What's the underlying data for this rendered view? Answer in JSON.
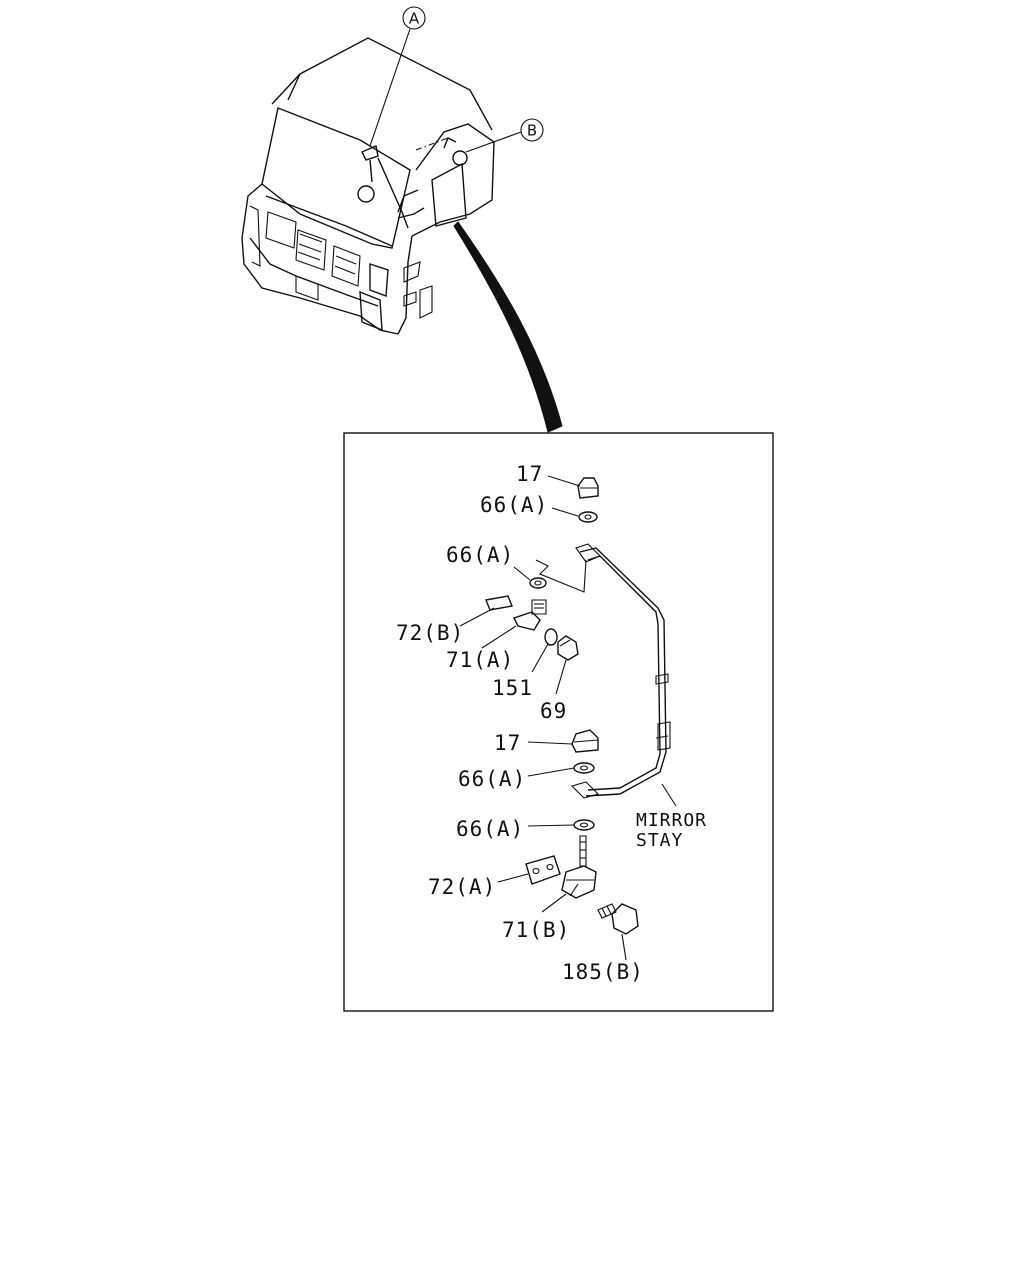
{
  "callouts": {
    "a": "A",
    "b": "B"
  },
  "labels": {
    "l17_top": "17",
    "l66a_1": "66(A)",
    "l66a_2": "66(A)",
    "l72b": "72(B)",
    "l71a": "71(A)",
    "l151": "151",
    "l69": "69",
    "l17_mid": "17",
    "l66a_3": "66(A)",
    "l66a_4": "66(A)",
    "l72a": "72(A)",
    "l71b": "71(B)",
    "l185b": "185(B)",
    "mirror": "MIRROR",
    "stay": "STAY"
  }
}
